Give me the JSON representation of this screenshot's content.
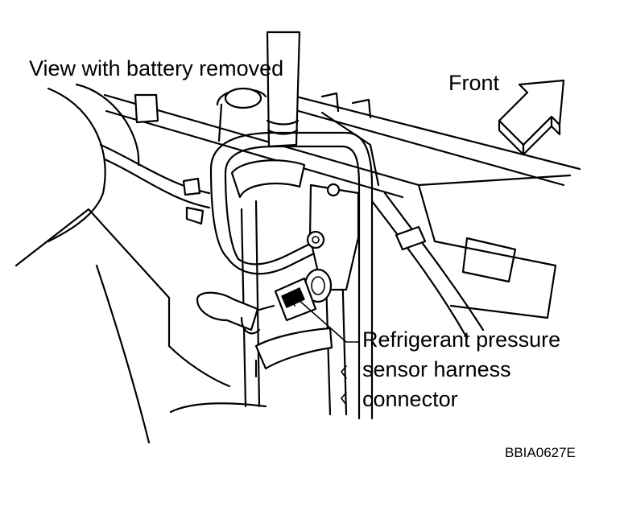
{
  "labels": {
    "view": "View with battery removed",
    "front": "Front",
    "callout_lines": [
      "Refrigerant pressure",
      "sensor harness",
      "connector"
    ],
    "figure_code": "BBIA0627E"
  },
  "colors": {
    "line": "#000000",
    "background": "#ffffff"
  },
  "icons": {
    "direction": "front-direction-arrow-icon"
  }
}
